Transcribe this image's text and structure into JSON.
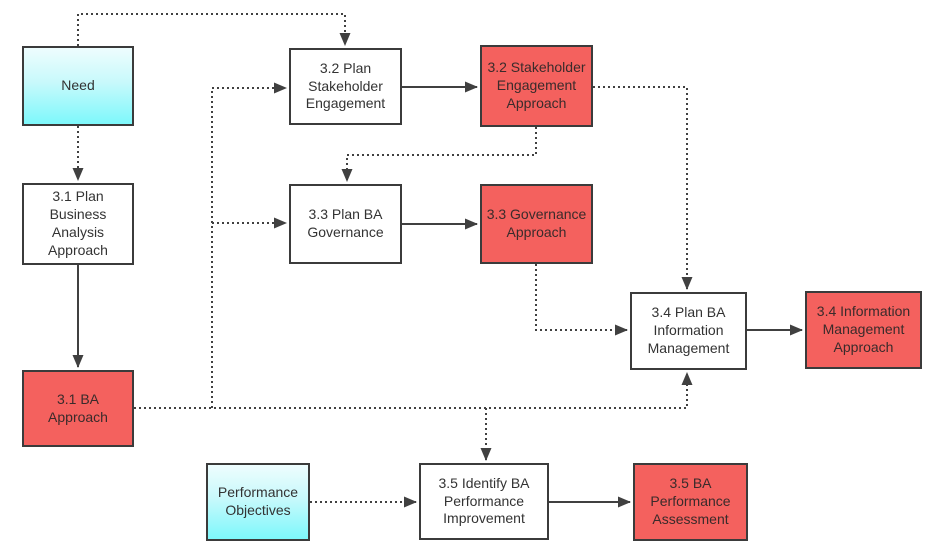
{
  "diagram": {
    "type": "flowchart",
    "colors": {
      "background": "#ffffff",
      "task_fill": "#ffffff",
      "output_fill": "#f4615e",
      "input_fill_top": "#eefdfe",
      "input_fill_bottom": "#7df8fb",
      "border": "#3b3b3b",
      "connector": "#404040",
      "text": "#333333"
    },
    "nodes": [
      {
        "id": "need",
        "kind": "input",
        "label": "Need"
      },
      {
        "id": "plan-business-analysis-approach",
        "kind": "task",
        "label": "3.1 Plan Business Analysis Approach"
      },
      {
        "id": "ba-approach",
        "kind": "output",
        "label": "3.1 BA Approach"
      },
      {
        "id": "plan-stakeholder-engagement",
        "kind": "task",
        "label": "3.2 Plan Stakeholder Engagement"
      },
      {
        "id": "stakeholder-engagement-approach",
        "kind": "output",
        "label": "3.2 Stakeholder Engagement Approach"
      },
      {
        "id": "plan-ba-governance",
        "kind": "task",
        "label": "3.3 Plan BA Governance"
      },
      {
        "id": "governance-approach",
        "kind": "output",
        "label": "3.3 Governance Approach"
      },
      {
        "id": "plan-ba-information-management",
        "kind": "task",
        "label": "3.4 Plan BA Information Management"
      },
      {
        "id": "information-management-approach",
        "kind": "output",
        "label": "3.4 Information Management Approach"
      },
      {
        "id": "performance-objectives",
        "kind": "input",
        "label": "Performance Objectives"
      },
      {
        "id": "identify-ba-performance-improvement",
        "kind": "task",
        "label": "3.5 Identify BA Performance Improvement"
      },
      {
        "id": "ba-performance-assessment",
        "kind": "output",
        "label": "3.5 BA Performance Assessment"
      }
    ],
    "edges": [
      {
        "from": "need",
        "to": "plan-stakeholder-engagement",
        "style": "dotted"
      },
      {
        "from": "need",
        "to": "plan-business-analysis-approach",
        "style": "dotted"
      },
      {
        "from": "plan-business-analysis-approach",
        "to": "ba-approach",
        "style": "solid"
      },
      {
        "from": "plan-stakeholder-engagement",
        "to": "stakeholder-engagement-approach",
        "style": "solid"
      },
      {
        "from": "stakeholder-engagement-approach",
        "to": "plan-ba-governance",
        "style": "dotted"
      },
      {
        "from": "stakeholder-engagement-approach",
        "to": "plan-ba-information-management",
        "style": "dotted"
      },
      {
        "from": "plan-ba-governance",
        "to": "governance-approach",
        "style": "solid"
      },
      {
        "from": "governance-approach",
        "to": "plan-ba-information-management",
        "style": "dotted"
      },
      {
        "from": "ba-approach",
        "to": "plan-stakeholder-engagement",
        "style": "dotted"
      },
      {
        "from": "ba-approach",
        "to": "plan-ba-governance",
        "style": "dotted"
      },
      {
        "from": "ba-approach",
        "to": "plan-ba-information-management",
        "style": "dotted"
      },
      {
        "from": "ba-approach",
        "to": "identify-ba-performance-improvement",
        "style": "dotted"
      },
      {
        "from": "plan-ba-information-management",
        "to": "information-management-approach",
        "style": "solid"
      },
      {
        "from": "performance-objectives",
        "to": "identify-ba-performance-improvement",
        "style": "dotted"
      },
      {
        "from": "identify-ba-performance-improvement",
        "to": "ba-performance-assessment",
        "style": "solid"
      }
    ]
  }
}
